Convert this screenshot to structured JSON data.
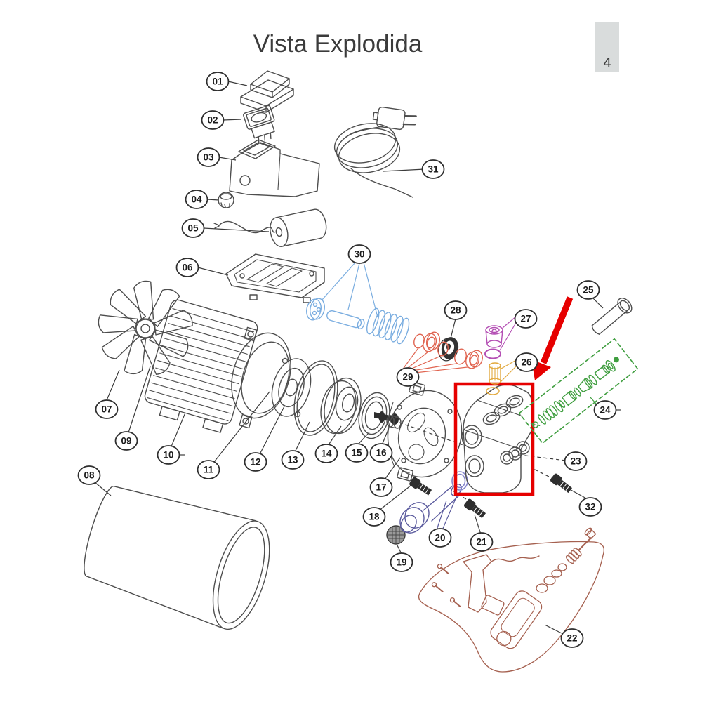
{
  "title": "Vista Explodida",
  "page_number": "4",
  "colors": {
    "highlight_red": "#e60000",
    "valve_kit_green": "#3f9e3f",
    "gun_kit_brown": "#a5604f",
    "pin_spring_blue": "#7aade0",
    "inlet_blue": "#5b5b9e",
    "oring_salmon": "#e06450",
    "fitting_yellow": "#e2a93e",
    "seal_purple": "#b44fb4",
    "page_tab_gray": "#d9dcdc"
  },
  "callouts": [
    {
      "label": "01"
    },
    {
      "label": "02"
    },
    {
      "label": "03"
    },
    {
      "label": "04"
    },
    {
      "label": "05"
    },
    {
      "label": "06"
    },
    {
      "label": "07"
    },
    {
      "label": "08"
    },
    {
      "label": "09"
    },
    {
      "label": "10"
    },
    {
      "label": "11"
    },
    {
      "label": "12"
    },
    {
      "label": "13"
    },
    {
      "label": "14"
    },
    {
      "label": "15"
    },
    {
      "label": "16"
    },
    {
      "label": "17"
    },
    {
      "label": "18"
    },
    {
      "label": "19"
    },
    {
      "label": "20"
    },
    {
      "label": "21"
    },
    {
      "label": "22"
    },
    {
      "label": "23"
    },
    {
      "label": "24"
    },
    {
      "label": "25"
    },
    {
      "label": "26"
    },
    {
      "label": "27"
    },
    {
      "label": "28"
    },
    {
      "label": "29"
    },
    {
      "label": "30"
    },
    {
      "label": "31"
    },
    {
      "label": "32"
    }
  ]
}
